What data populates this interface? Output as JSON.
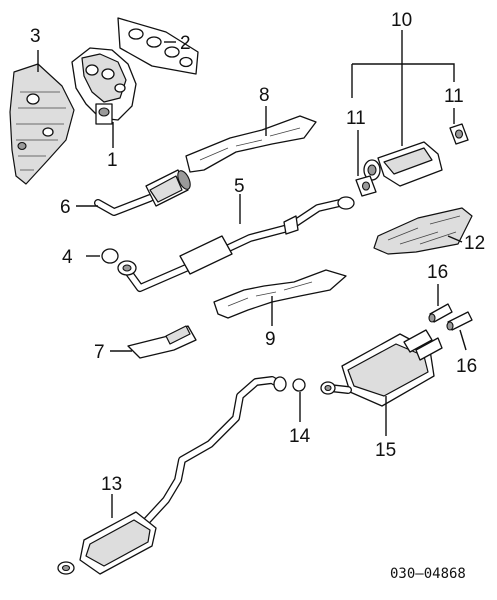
{
  "diagram": {
    "reference_number": "030—04868",
    "callouts": {
      "c1": "1",
      "c2": "2",
      "c3": "3",
      "c4": "4",
      "c5": "5",
      "c6": "6",
      "c7": "7",
      "c8": "8",
      "c9": "9",
      "c10": "10",
      "c11a": "11",
      "c11b": "11",
      "c12": "12",
      "c13": "13",
      "c14": "14",
      "c15": "15",
      "c16a": "16",
      "c16b": "16"
    }
  }
}
